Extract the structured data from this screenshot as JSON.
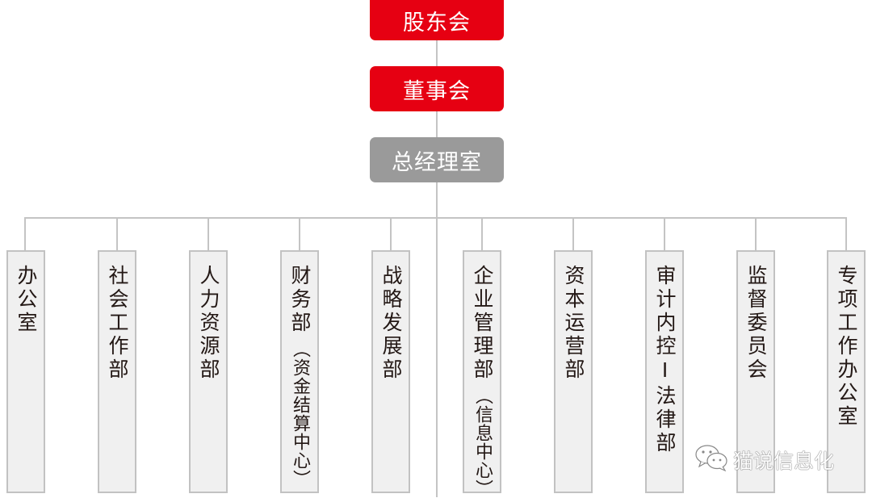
{
  "chart_data": {
    "type": "org_chart",
    "nodes": [
      {
        "id": "shareholders",
        "label": "股东会",
        "level": 0,
        "color": "#e60012"
      },
      {
        "id": "board",
        "label": "董事会",
        "level": 1,
        "color": "#e60012",
        "parent": "shareholders"
      },
      {
        "id": "gm_office",
        "label": "总经理室",
        "level": 2,
        "color": "#9a9a9a",
        "parent": "board"
      }
    ],
    "departments": [
      {
        "label": "办公室",
        "sub": ""
      },
      {
        "label": "社会工作部",
        "sub": ""
      },
      {
        "label": "人力资源部",
        "sub": ""
      },
      {
        "label": "财务部",
        "sub": "（资金结算中心）"
      },
      {
        "label": "战略发展部",
        "sub": ""
      },
      {
        "label": "企业管理部",
        "sub": "（信息中心）"
      },
      {
        "label": "资本运营部",
        "sub": ""
      },
      {
        "label": "审计内控Ⅰ法律部",
        "sub": ""
      },
      {
        "label": "监督委员会",
        "sub": ""
      },
      {
        "label": "专项工作办公室",
        "sub": ""
      }
    ]
  },
  "top": {
    "shareholders": "股东会",
    "board": "董事会",
    "gm_office": "总经理室"
  },
  "departments": [
    {
      "label": "办公室",
      "sub": ""
    },
    {
      "label": "社会工作部",
      "sub": ""
    },
    {
      "label": "人力资源部",
      "sub": ""
    },
    {
      "label": "财务部",
      "sub": "（资金结算中心）"
    },
    {
      "label": "战略发展部",
      "sub": ""
    },
    {
      "label": "企业管理部",
      "sub": "（信息中心）"
    },
    {
      "label": "资本运营部",
      "sub": ""
    },
    {
      "label": "审计内控I法律部",
      "sub": ""
    },
    {
      "label": "监督委员会",
      "sub": ""
    },
    {
      "label": "专项工作办公室",
      "sub": ""
    }
  ],
  "watermark": {
    "icon": "wechat-icon",
    "text": "猫说信息化"
  },
  "colors": {
    "red": "#e60012",
    "gray": "#9a9a9a",
    "line": "#c4c4c4",
    "dept_fill": "#f0f0f0"
  }
}
